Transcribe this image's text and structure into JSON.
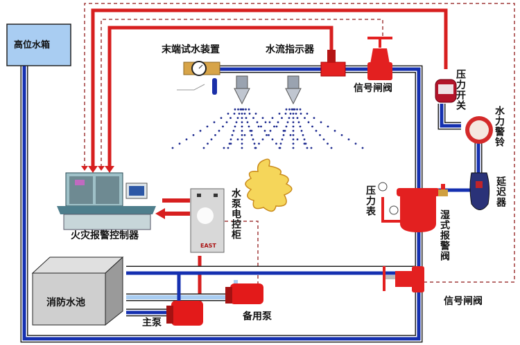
{
  "title": "湿式自动喷水灭火系统示意图",
  "colors": {
    "water_pipe": "#1530b0",
    "signal_line": "#d71f1f",
    "dashed_signal": "#a03a3a",
    "tank_fill": "#a9cdf2",
    "pool_fill": "#cfcfcf",
    "valve_red": "#e32020"
  },
  "labels": {
    "high_tank": "高位水箱",
    "end_test_device": "末端试水装置",
    "water_flow_indicator": "水流指示器",
    "signal_gate_valve_top": "信号闸阀",
    "pressure_switch": "压力开关",
    "water_gong": "水力警铃",
    "retard_chamber": "延迟器",
    "pressure_gauge": "压力表",
    "wet_alarm_valve": "湿式报警阀",
    "signal_gate_valve_bottom": "信号闸阀",
    "fire_alarm_controller": "火灾报警控制器",
    "pump_control_cabinet": "水泵电控柜",
    "fire_pool": "消防水池",
    "main_pump": "主泵",
    "standby_pump": "备用泵",
    "cabinet_brand": "EAST"
  }
}
